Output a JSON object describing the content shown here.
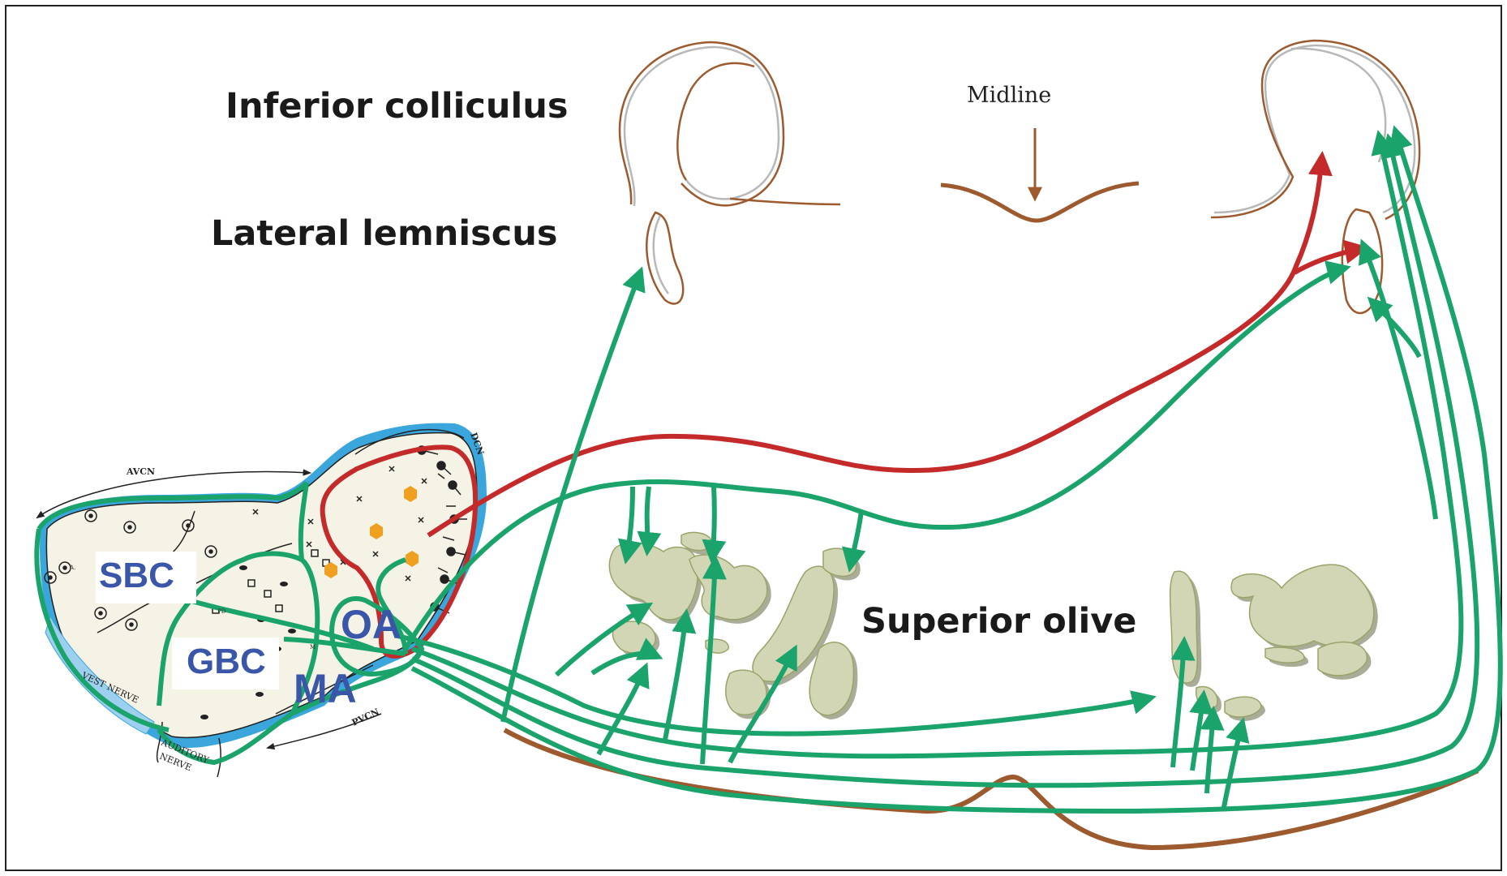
{
  "labels": {
    "inferior_colliculus": "Inferior colliculus",
    "lateral_lemniscus": "Lateral lemniscus",
    "midline": "Midline",
    "superior_olive": "Superior olive",
    "avcn": "AVCN",
    "dcn": "DCN",
    "pvcn": "PVCN",
    "vest_nerve": "VEST NERVE",
    "auditory": "AUDITORY",
    "nerve": "NERVE"
  },
  "cell_types": {
    "sbc": "SBC",
    "gbc": "GBC",
    "oa": "OA",
    "ma": "MA"
  },
  "small_marks": {
    "a": "A.",
    "pd": "PD",
    "m": "M"
  },
  "colors": {
    "pathway_green": "#1aa36a",
    "pathway_red": "#c42a2a",
    "brainstem_outline": "#9c5a2e",
    "nucleus_fill": "#d2d6b4",
    "cochlear_fill": "#f5f2e6",
    "blue_layer": "#3aa6dc",
    "hexagon": "#f0a020"
  }
}
